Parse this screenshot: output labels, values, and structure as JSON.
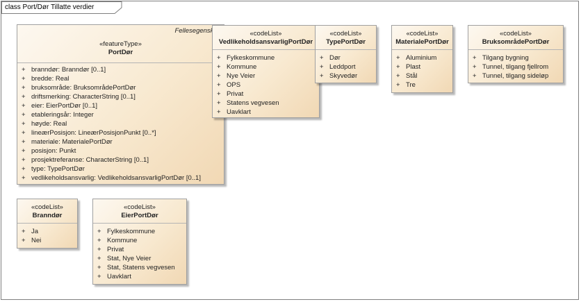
{
  "frame": {
    "title": "class Port/Dør Tillatte verdier"
  },
  "classes": {
    "portdor": {
      "package": "Fellesegenskap",
      "stereotype": "«featureType»",
      "name": "PortDør",
      "attributes": [
        {
          "vis": "+",
          "text": "branndør: Branndør [0..1]"
        },
        {
          "vis": "+",
          "text": "bredde: Real"
        },
        {
          "vis": "+",
          "text": "bruksområde: BruksområdePortDør"
        },
        {
          "vis": "+",
          "text": "driftsmerking: CharacterString [0..1]"
        },
        {
          "vis": "+",
          "text": "eier: EierPortDør [0..1]"
        },
        {
          "vis": "+",
          "text": "etableringsår: Integer"
        },
        {
          "vis": "+",
          "text": "høyde: Real"
        },
        {
          "vis": "+",
          "text": "lineærPosisjon: LineærPosisjonPunkt [0..*]"
        },
        {
          "vis": "+",
          "text": "materiale: MaterialePortDør"
        },
        {
          "vis": "+",
          "text": "posisjon: Punkt"
        },
        {
          "vis": "+",
          "text": "prosjektreferanse: CharacterString [0..1]"
        },
        {
          "vis": "+",
          "text": "type: TypePortDør"
        },
        {
          "vis": "+",
          "text": "vedlikeholdsansvarlig: VedlikeholdsansvarligPortDør [0..1]"
        }
      ]
    },
    "vedlikehold": {
      "stereotype": "«codeList»",
      "name": "VedlikeholdsansvarligPortDør",
      "attributes": [
        {
          "vis": "+",
          "text": "Fylkeskommune"
        },
        {
          "vis": "+",
          "text": "Kommune"
        },
        {
          "vis": "+",
          "text": "Nye Veier"
        },
        {
          "vis": "+",
          "text": "OPS"
        },
        {
          "vis": "+",
          "text": "Privat"
        },
        {
          "vis": "+",
          "text": "Statens vegvesen"
        },
        {
          "vis": "+",
          "text": "Uavklart"
        }
      ]
    },
    "typeportdor": {
      "stereotype": "«codeList»",
      "name": "TypePortDør",
      "attributes": [
        {
          "vis": "+",
          "text": "Dør"
        },
        {
          "vis": "+",
          "text": "Leddport"
        },
        {
          "vis": "+",
          "text": "Skyvedør"
        }
      ]
    },
    "materiale": {
      "stereotype": "«codeList»",
      "name": "MaterialePortDør",
      "attributes": [
        {
          "vis": "+",
          "text": "Aluminium"
        },
        {
          "vis": "+",
          "text": "Plast"
        },
        {
          "vis": "+",
          "text": "Stål"
        },
        {
          "vis": "+",
          "text": "Tre"
        }
      ]
    },
    "bruksomrade": {
      "stereotype": "«codeList»",
      "name": "BruksområdePortDør",
      "attributes": [
        {
          "vis": "+",
          "text": "Tilgang bygning"
        },
        {
          "vis": "+",
          "text": "Tunnel, tilgang fjellrom"
        },
        {
          "vis": "+",
          "text": "Tunnel, tilgang sideløp"
        }
      ]
    },
    "branndor": {
      "stereotype": "«codeList»",
      "name": "Branndør",
      "attributes": [
        {
          "vis": "+",
          "text": "Ja"
        },
        {
          "vis": "+",
          "text": "Nei"
        }
      ]
    },
    "eierportdor": {
      "stereotype": "«codeList»",
      "name": "EierPortDør",
      "attributes": [
        {
          "vis": "+",
          "text": "Fylkeskommune"
        },
        {
          "vis": "+",
          "text": "Kommune"
        },
        {
          "vis": "+",
          "text": "Privat"
        },
        {
          "vis": "+",
          "text": "Stat, Nye Veier"
        },
        {
          "vis": "+",
          "text": "Stat, Statens vegvesen"
        },
        {
          "vis": "+",
          "text": "Uavklart"
        }
      ]
    }
  }
}
